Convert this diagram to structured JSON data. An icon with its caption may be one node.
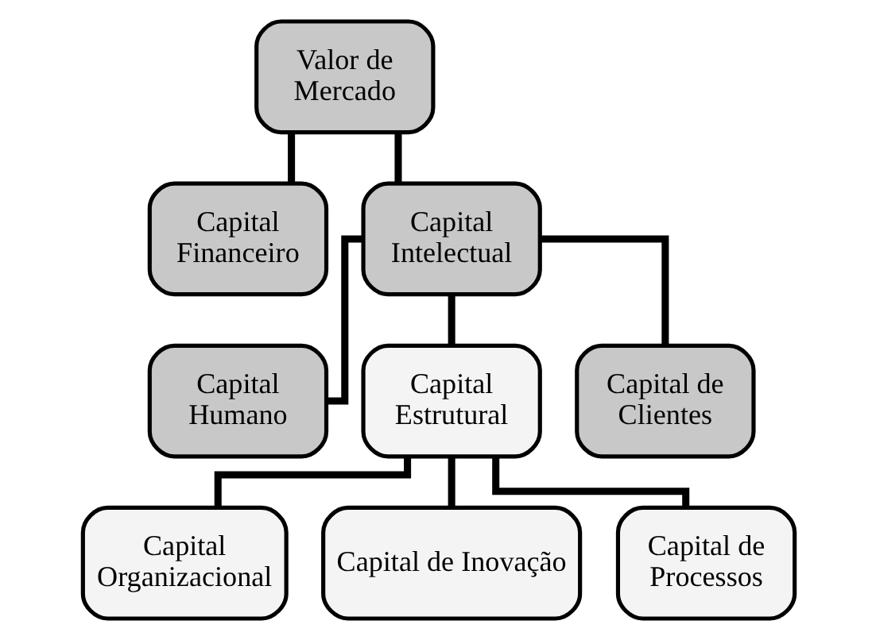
{
  "diagram": {
    "nodes": [
      {
        "text": [
          "Valor de Mercado"
        ]
      },
      {
        "text": [
          "Capital Financeiro"
        ]
      },
      {
        "text": [
          "Capital Intelectual"
        ]
      },
      {
        "text": [
          "Capital Humano"
        ]
      },
      {
        "text": [
          "Capital Estrutural"
        ]
      },
      {
        "text": [
          "Capital de Clientes"
        ]
      },
      {
        "text": [
          "Capital Organizacional"
        ]
      },
      {
        "text": [
          "Capital de Inovação"
        ]
      },
      {
        "text": [
          "Capital de Processos"
        ]
      }
    ],
    "edges": [
      {
        "from": 0,
        "to": 1,
        "arrow": "none"
      },
      {
        "from": 0,
        "to": 2,
        "arrow": "none"
      },
      {
        "from": 2,
        "to": 3,
        "arrow": "none"
      },
      {
        "from": 2,
        "to": 4,
        "arrow": "none"
      },
      {
        "from": 2,
        "to": 5,
        "arrow": "none"
      },
      {
        "from": 4,
        "to": 6,
        "arrow": "none"
      },
      {
        "from": 4,
        "to": 7,
        "arrow": "none"
      },
      {
        "from": 4,
        "to": 8,
        "arrow": "none"
      }
    ]
  }
}
